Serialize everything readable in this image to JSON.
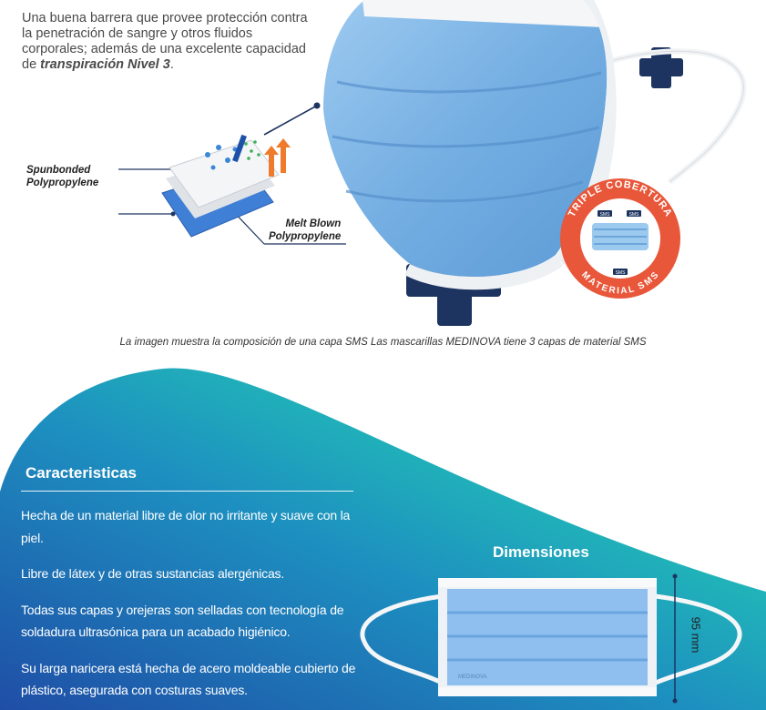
{
  "intro": {
    "text_plain": "Una buena barrera que provee protección contra la penetración de sangre y otros fluidos corporales; además de una excelente capacidad de ",
    "text_emph": "transpiración Nivel 3",
    "text_end": "."
  },
  "layers": {
    "spun_line1": "Spunbonded",
    "spun_line2": "Polypropylene",
    "melt_line1": "Melt Blown",
    "melt_line2": "Polypropylene"
  },
  "badge": {
    "top_text": "TRIPLE COBERTURA",
    "bottom_text": "MATERIAL SMS",
    "tag": "SMS"
  },
  "caption": "La imagen muestra la composición de una capa  SMS Las mascarillas MEDINOVA tiene 3 capas de material SMS",
  "features": {
    "title": "Caracteristicas",
    "items": [
      "Hecha de un material libre de olor no irritante y suave con la piel.",
      "Libre de látex y de otras sustancias alergénicas.",
      "Todas sus capas y orejeras son selladas con tecnología de soldadura ultrasónica para un acabado higiénico.",
      "Su larga naricera está hecha de acero moldeable cubierto de plástico, asegurada con costuras suaves."
    ]
  },
  "dimensions": {
    "title": "Dimensiones",
    "height_label": "95 mm",
    "brand_print": "MEDINOVA"
  },
  "colors": {
    "navy": "#1d3460",
    "mask_blue": "#7fb4e3",
    "badge_orange": "#e8573a",
    "teal": "#22c1b6",
    "deep_blue": "#1f4ea6"
  }
}
